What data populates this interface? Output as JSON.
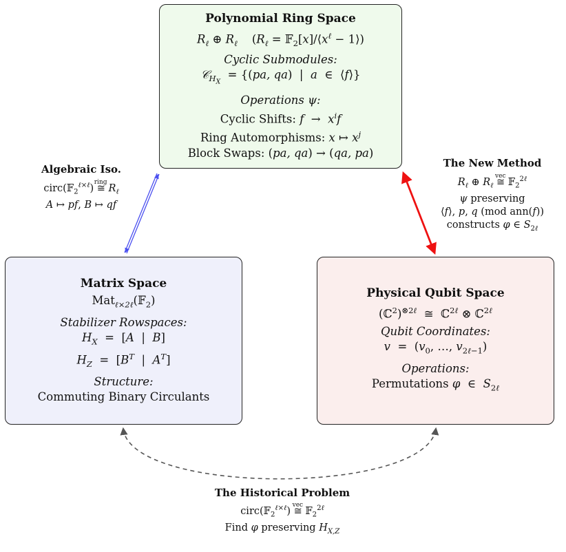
{
  "poly": {
    "title": "Polynomial Ring Space",
    "line1": "R_ℓ ⊕ R_ℓ    (R_ℓ = 𝔽₂[x]/⟨x^ℓ − 1⟩)",
    "cyclic_heading": "Cyclic Submodules:",
    "cyclic_def": "𝒞_{H_X} = {(pa, qa) | a ∈ ⟨f⟩}",
    "ops_heading": "Operations ψ:",
    "op1": "Cyclic Shifts: f → x^i f",
    "op2": "Ring Automorphisms: x ↦ x^j",
    "op3": "Block Swaps: (pa, qa) → (qa, pa)"
  },
  "matrix": {
    "title": "Matrix Space",
    "line1": "Mat_{ℓ×2ℓ}(𝔽₂)",
    "stab_heading": "Stabilizer Rowspaces:",
    "hx": "H_X = [A | B]",
    "hz": "H_Z = [B^T | A^T]",
    "struct_heading": "Structure:",
    "struct": "Commuting Binary Circulants"
  },
  "qubit": {
    "title": "Physical Qubit Space",
    "line1": "(ℂ²)^{⊗2ℓ} ≅ ℂ^{2ℓ} ⊗ ℂ^{2ℓ}",
    "coord_heading": "Qubit Coordinates:",
    "coord": "v = (v₀, …, v_{2ℓ−1})",
    "ops_heading": "Operations:",
    "ops": "Permutations φ ∈ S_{2ℓ}"
  },
  "algebraic": {
    "heading": "Algebraic Iso.",
    "line1": "circ(𝔽₂^{ℓ×ℓ}) ≅(ring) R_ℓ",
    "line2": "A ↦ pf, B ↦ qf"
  },
  "new_method": {
    "heading": "The New Method",
    "line1": "R_ℓ ⊕ R_ℓ ≅(vec) 𝔽₂^{2ℓ}",
    "line2": "ψ preserving",
    "line3": "⟨f⟩, p, q (mod ann(f))",
    "line4": "constructs φ ∈ S_{2ℓ}"
  },
  "historical": {
    "heading": "The Historical Problem",
    "line1": "circ(𝔽₂^{ℓ×ℓ}) ≅(vec) 𝔽₂^{2ℓ}",
    "line2": "Find φ preserving H_{X,Z}"
  },
  "colors": {
    "poly_bg": "#effaec",
    "matrix_bg": "#eff0fb",
    "qubit_bg": "#fbeeed",
    "algebraic_arrow": "#4a4ff0",
    "new_method_arrow": "#ee1111",
    "historical_arrow": "#555555"
  }
}
